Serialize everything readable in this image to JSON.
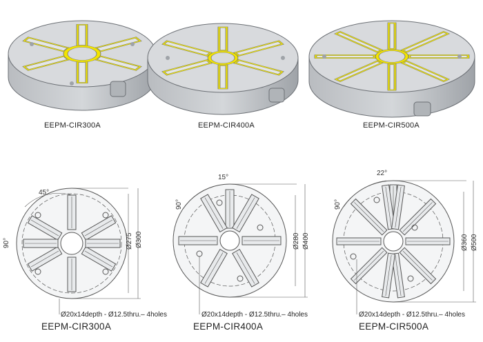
{
  "models": [
    {
      "name": "EEPM-CIR300A",
      "angle_top": "45°",
      "angle_side": "90°",
      "inner_dia": "Ø275",
      "outer_dia": "Ø300",
      "hole_note": "Ø20x14depth - Ø12.5thru.– 4holes"
    },
    {
      "name": "EEPM-CIR400A",
      "angle_top": "15°",
      "angle_side": "90°",
      "inner_dia": "Ø280",
      "outer_dia": "Ø400",
      "hole_note": "Ø20x14depth - Ø12.5thru.– 4holes"
    },
    {
      "name": "EEPM-CIR500A",
      "angle_top": "22°",
      "angle_side": "90°",
      "inner_dia": "Ø360",
      "outer_dia": "Ø500",
      "hole_note": "Ø20x14depth - Ø12.5thru.– 4holes"
    }
  ],
  "colors": {
    "body": "#cfd2d6",
    "body_dark": "#a9adb2",
    "pole": "#e4e6e8",
    "yellow": "#f2e400",
    "line": "#555555"
  }
}
